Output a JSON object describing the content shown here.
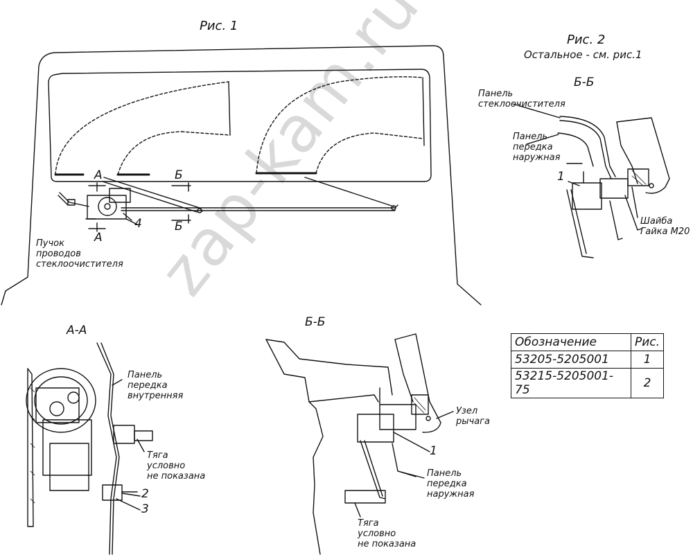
{
  "watermark": "zap-kam.ru",
  "figures": {
    "fig1_title": "Рис. 1",
    "fig2_title": "Рис. 2",
    "fig2_note": "Остальное - см. рис.1"
  },
  "sections": {
    "aa": "А-А",
    "bb_left": "Б-Б",
    "bb_right": "Б-Б",
    "a_top": "А",
    "a_bottom": "А",
    "b_top": "Б",
    "b_bottom": "Б"
  },
  "callouts": {
    "n1_fig2": "1",
    "n1_bb": "1",
    "n2": "2",
    "n3": "3",
    "n4": "4"
  },
  "labels": {
    "harness_1": "Пучок",
    "harness_2": "проводов",
    "harness_3": "стеклоочистителя",
    "panel_wiper_1": "Панель",
    "panel_wiper_2": "стеклоочистителя",
    "panel_front_outer_fig2_1": "Панель",
    "panel_front_outer_fig2_2": "передка",
    "panel_front_outer_fig2_3": "наружная",
    "washer": "Шайба",
    "nut": "Гайка М20",
    "panel_inner_1": "Панель",
    "panel_inner_2": "передка",
    "panel_inner_3": "внутренняя",
    "rod_aa_1": "Тяга",
    "rod_aa_2": "условно",
    "rod_aa_3": "не показана",
    "lever_1": "Узел",
    "lever_2": "рычага",
    "panel_outer_bb_1": "Панель",
    "panel_outer_bb_2": "передка",
    "panel_outer_bb_3": "наружная",
    "rod_bb_1": "Тяга",
    "rod_bb_2": "условно",
    "rod_bb_3": "не показана"
  },
  "table": {
    "header": [
      "Обозначение",
      "Рис."
    ],
    "rows": [
      [
        "53205-5205001",
        "1"
      ],
      [
        "53215-5205001-75",
        "2"
      ]
    ]
  }
}
